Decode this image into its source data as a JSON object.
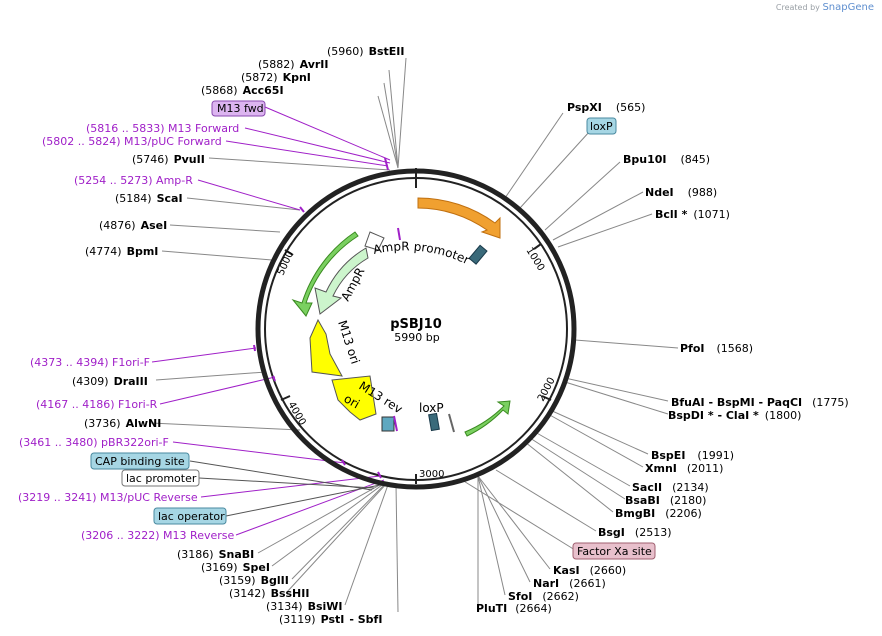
{
  "credit": {
    "prefix": "Created by",
    "brand": "SnapGene"
  },
  "plasmid": {
    "name": "pSBJ10",
    "size": "5990 bp"
  },
  "ticks": [
    "1000",
    "2000",
    "3000",
    "4000",
    "5000"
  ],
  "features_text": {
    "ampr_promoter": "AmpR promoter",
    "ampr": "AmpR",
    "m13_ori": "M13 ori",
    "m13_rev": "M13 rev",
    "ori": "ori",
    "loxp_inner": "loxP"
  },
  "sites": [
    {
      "pos": "(5960)",
      "name": "BstEII"
    },
    {
      "pos": "(5882)",
      "name": "AvrII"
    },
    {
      "pos": "(5872)",
      "name": "KpnI"
    },
    {
      "pos": "(5868)",
      "name": "Acc65I"
    },
    {
      "pos": "(5746)",
      "name": "PvuII"
    },
    {
      "pos": "(5184)",
      "name": "ScaI"
    },
    {
      "pos": "(4876)",
      "name": "AseI"
    },
    {
      "pos": "(4774)",
      "name": "BpmI"
    },
    {
      "pos": "(4309)",
      "name": "DraIII"
    },
    {
      "pos": "(3736)",
      "name": "AlwNI"
    },
    {
      "pos": "(3186)",
      "name": "SnaBI"
    },
    {
      "pos": "(3169)",
      "name": "SpeI"
    },
    {
      "pos": "(3159)",
      "name": "BglII"
    },
    {
      "pos": "(3142)",
      "name": "BssHII"
    },
    {
      "pos": "(3134)",
      "name": "BsiWI"
    },
    {
      "pos": "(3119)",
      "name": "PstI",
      "extra": "- SbfI"
    },
    {
      "pos": "(565)",
      "name": "PspXI"
    },
    {
      "pos": "(845)",
      "name": "Bpu10I"
    },
    {
      "pos": "(988)",
      "name": "NdeI"
    },
    {
      "pos": "(1071)",
      "name": "BclI *"
    },
    {
      "pos": "(1568)",
      "name": "PfoI"
    },
    {
      "pos": "(1775)",
      "name": "BfuAI",
      "extra": " - BspMI  - PaqCI"
    },
    {
      "pos": "(1800)",
      "name": "BspDI *",
      "extra": " - ClaI *"
    },
    {
      "pos": "(1991)",
      "name": "BspEI"
    },
    {
      "pos": "(2011)",
      "name": "XmnI"
    },
    {
      "pos": "(2134)",
      "name": "SacII"
    },
    {
      "pos": "(2180)",
      "name": "BsaBI"
    },
    {
      "pos": "(2206)",
      "name": "BmgBI"
    },
    {
      "pos": "(2513)",
      "name": "BsgI"
    },
    {
      "pos": "(2660)",
      "name": "KasI"
    },
    {
      "pos": "(2661)",
      "name": "NarI"
    },
    {
      "pos": "(2662)",
      "name": "SfoI"
    },
    {
      "pos": "(2664)",
      "name": "PluTI"
    }
  ],
  "primers": [
    {
      "text": "(5816 .. 5833)  M13 Forward"
    },
    {
      "text": "(5802 .. 5824)  M13/pUC Forward"
    },
    {
      "text": "(5254 .. 5273)  Amp-R"
    },
    {
      "text": "(4373 .. 4394)  F1ori-F"
    },
    {
      "text": "(4167 .. 4186)  F1ori-R"
    },
    {
      "text": "(3461 .. 3480)  pBR322ori-F"
    },
    {
      "text": "(3219 .. 3241)  M13/pUC Reverse"
    },
    {
      "text": "(3206 .. 3222)  M13 Reverse"
    }
  ],
  "boxes": [
    {
      "text": "M13 fwd",
      "fill": "#dcb4f0",
      "stroke": "#8a4ab0"
    },
    {
      "text": "loxP",
      "fill": "#a6d6e4",
      "stroke": "#4a8aa0"
    },
    {
      "text": "CAP binding site",
      "fill": "#a6d6e4",
      "stroke": "#4a8aa0"
    },
    {
      "text": "lac promoter",
      "fill": "#ffffff",
      "stroke": "#777777"
    },
    {
      "text": "lac operator",
      "fill": "#a6d6e4",
      "stroke": "#4a8aa0"
    },
    {
      "text": "Factor Xa site",
      "fill": "#e8c0cc",
      "stroke": "#a06070"
    }
  ],
  "colors": {
    "backbone": "#222222",
    "ampr": "#ccf5cc",
    "ori": "#ffff00",
    "promoter": "#ffffff",
    "primer": "#a020c8",
    "orange_feature": "#f0a030",
    "green_feature": "#7ad060"
  }
}
